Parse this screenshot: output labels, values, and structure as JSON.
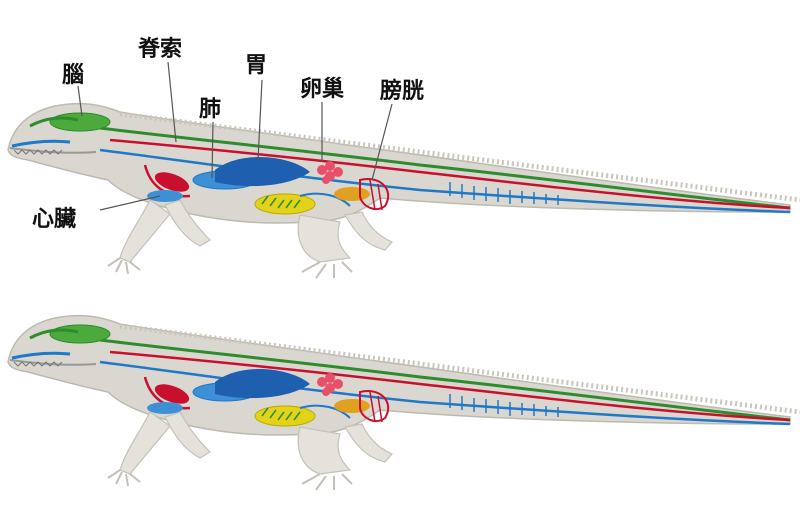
{
  "labels": {
    "brain": "腦",
    "spinal_cord": "脊索",
    "stomach": "胃",
    "lung": "肺",
    "ovary": "卵巢",
    "bladder": "膀胱",
    "heart": "心臟"
  },
  "colors": {
    "background": "#ffffff",
    "body": "#d9d7cf",
    "body_outline": "#bdbab0",
    "brain_nerve": "#2e8b2e",
    "brain_fill": "#4caa3c",
    "artery": "#c8102e",
    "vein": "#1f78c8",
    "stomach": "#1f5fb0",
    "lung": "#3d8fd6",
    "intestine": "#e3d21a",
    "ovary": "#e8506a",
    "kidney": "#e0a020",
    "leader_line": "#555555"
  }
}
